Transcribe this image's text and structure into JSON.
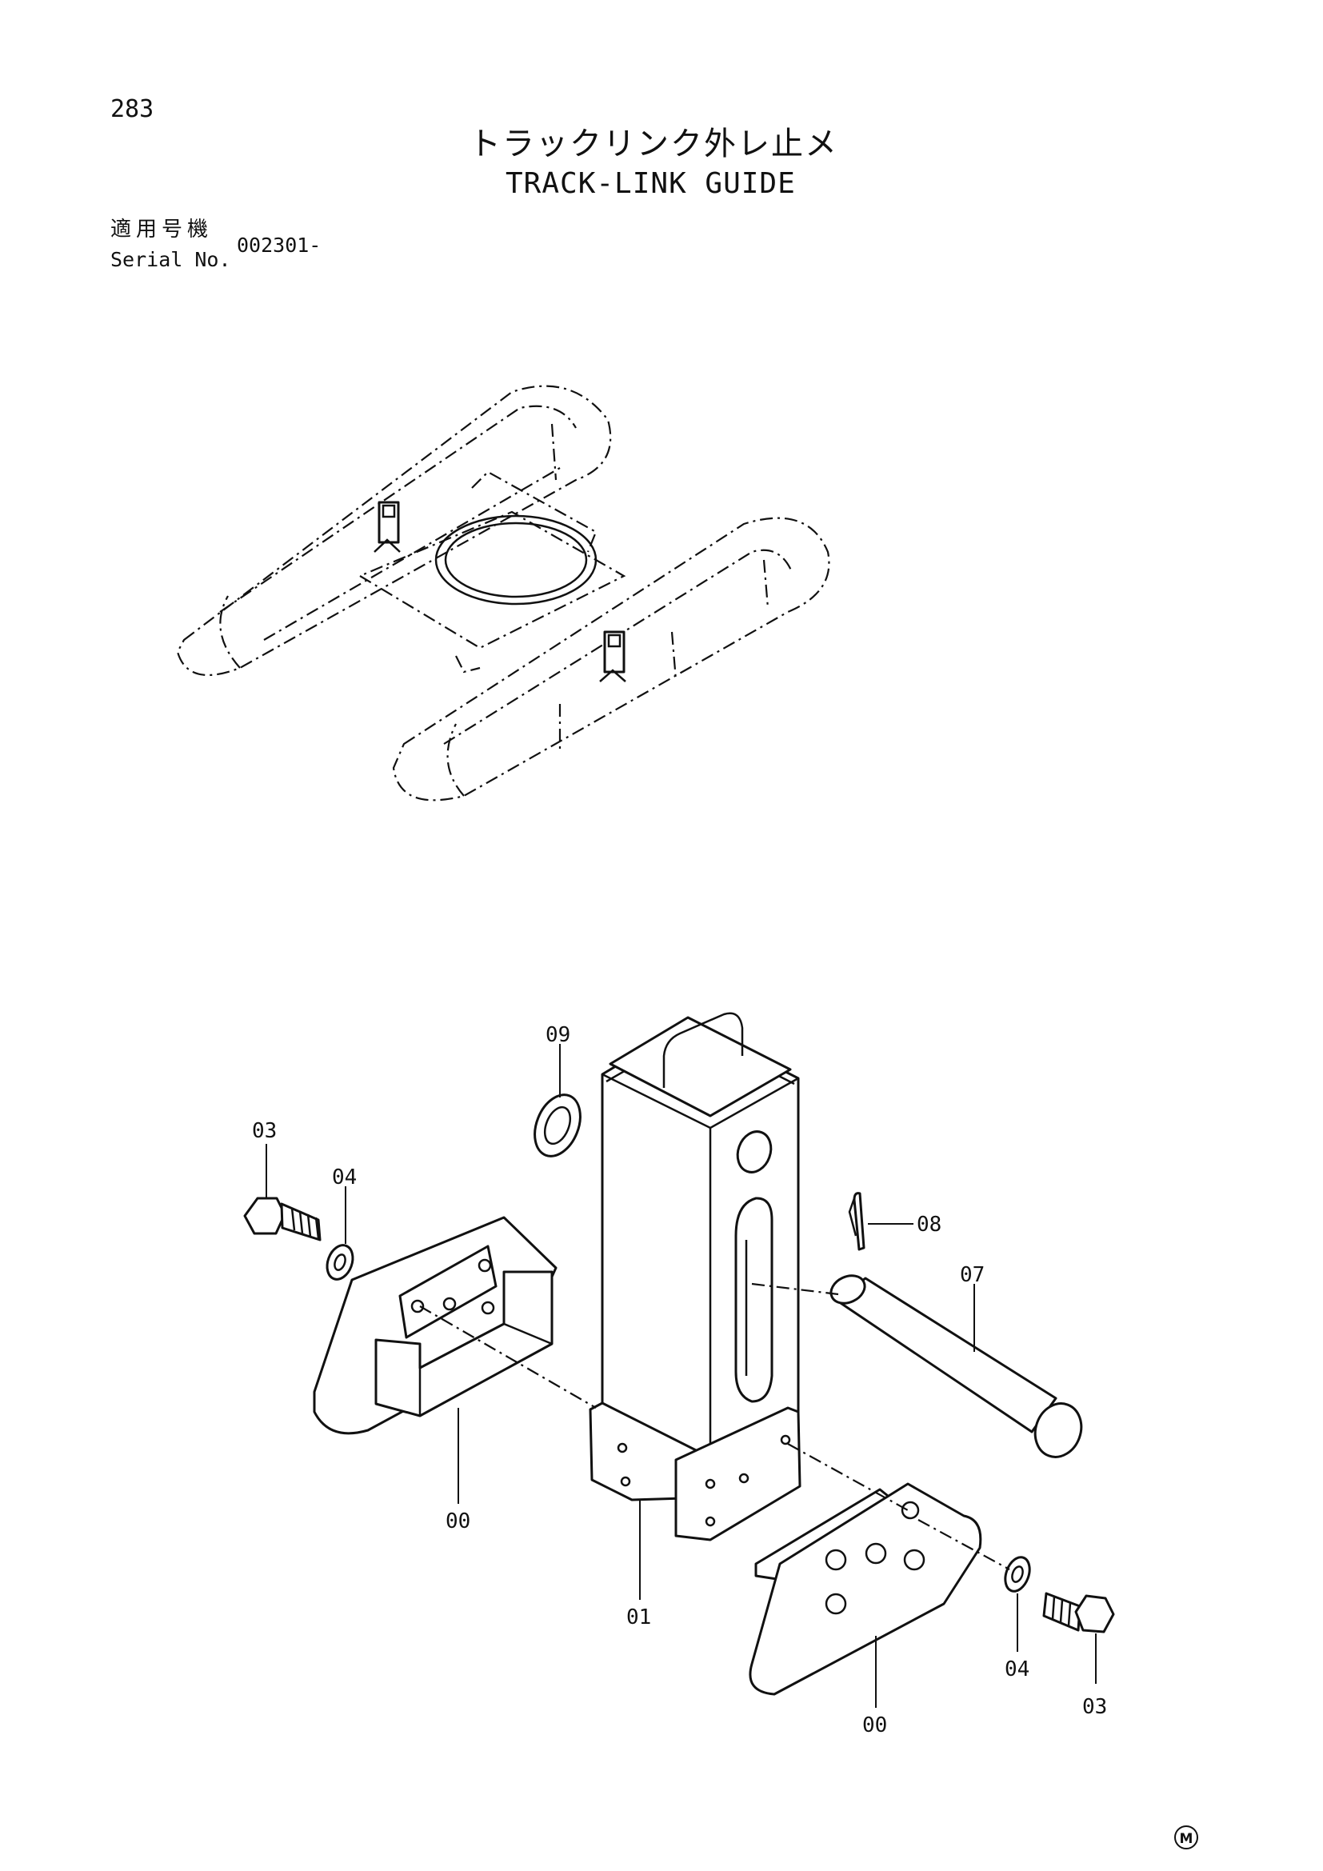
{
  "header": {
    "page_number": "283",
    "title_jp": "トラックリンク外レ止メ",
    "title_en": "TRACK-LINK GUIDE"
  },
  "serial": {
    "label_jp": "適用号機",
    "label_en": "Serial No.",
    "value": "002301-"
  },
  "callouts": {
    "c09": "09",
    "c03_left": "03",
    "c04_left": "04",
    "c08": "08",
    "c07": "07",
    "c00_left": "00",
    "c01": "01",
    "c04_right": "04",
    "c03_right": "03",
    "c00_right": "00"
  },
  "footer": {
    "mark": "M"
  }
}
